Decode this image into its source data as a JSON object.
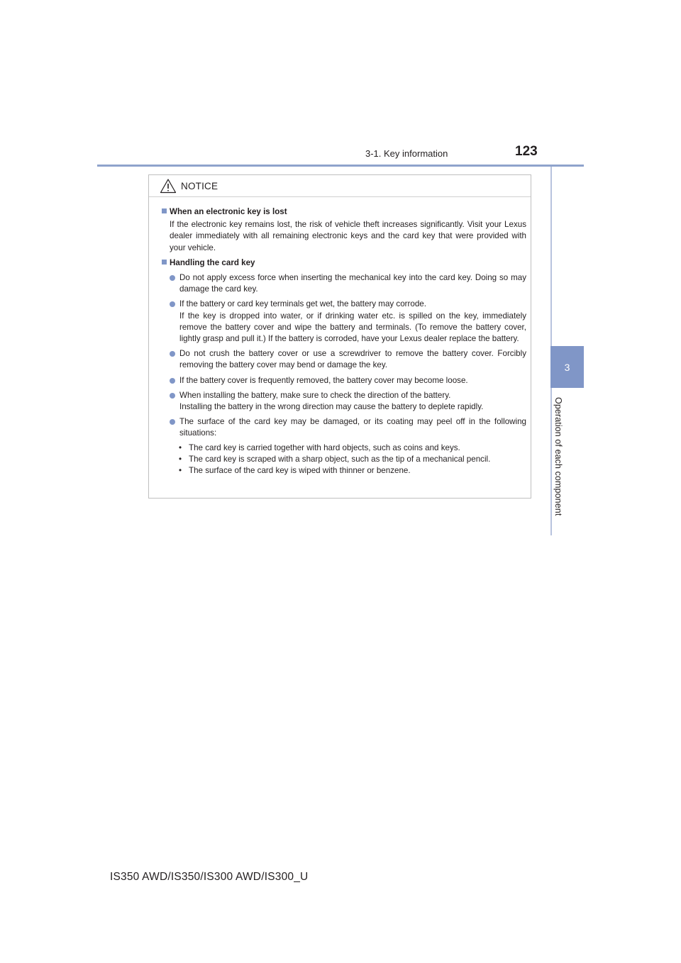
{
  "header": {
    "section": "3-1. Key information",
    "page_number": "123"
  },
  "chapter": {
    "number": "3",
    "title": "Operation of each component"
  },
  "notice": {
    "label": "NOTICE",
    "icon": "warning-triangle-icon",
    "sections": [
      {
        "heading": "When an electronic key is lost",
        "body": "If the electronic key remains lost, the risk of vehicle theft increases significantly. Visit your Lexus dealer immediately with all remaining electronic keys and the card key that were provided with your vehicle."
      },
      {
        "heading": "Handling the card key",
        "bullets": [
          "Do not apply excess force when inserting the mechanical key into the card key. Doing so may damage the card key.",
          "If the battery or card key terminals get wet, the battery may corrode.\nIf the key is dropped into water, or if drinking water etc. is spilled on the key, immediately remove the battery cover and wipe the battery and terminals. (To remove the battery cover, lightly grasp and pull it.) If the battery is corroded, have your Lexus dealer replace the battery.",
          "Do not crush the battery cover or use a screwdriver to remove the battery cover. Forcibly removing the battery cover may bend or damage the key.",
          "If the battery cover is frequently removed, the battery cover may become loose.",
          "When installing the battery, make sure to check the direction of the battery.\nInstalling the battery in the wrong direction may cause the battery to deplete rapidly.",
          "The surface of the card key may be damaged, or its coating may peel off in the following situations:"
        ],
        "sub_items": [
          "The card key is carried together with hard objects, such as coins and keys.",
          "The card key is scraped with a sharp object, such as the tip of a mechanical pencil.",
          "The surface of the card key is wiped with thinner or benzene."
        ]
      }
    ]
  },
  "footer": {
    "model": "IS350 AWD/IS350/IS300 AWD/IS300_U"
  },
  "colors": {
    "accent": "#8096c7",
    "rule": "#8fa3cc",
    "text": "#231f20"
  }
}
